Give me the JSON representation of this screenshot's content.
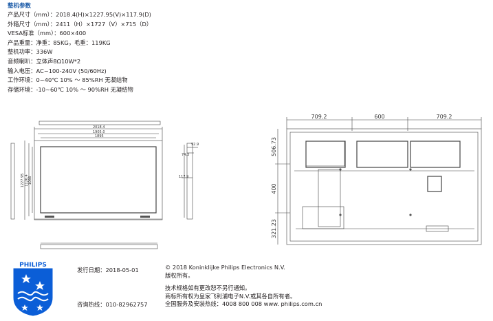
{
  "section_title": "整机参数",
  "specs": [
    {
      "label": "产品尺寸（mm）：",
      "value": "2018.4(H)×1227.95(V)×117.9(D)"
    },
    {
      "label": "外箱尺寸（mm）：",
      "value": "2411（H）×1727（V）×715（D）"
    },
    {
      "label": "VESA标准（mm）：",
      "value": "600×400"
    },
    {
      "label": "产品重量：",
      "value": "净重：85KG，毛重：119KG"
    },
    {
      "label": "整机功率：",
      "value": "336W"
    },
    {
      "label": "音频喇叭：",
      "value": "立体声8Ω10W*2"
    },
    {
      "label": "输入电压：",
      "value": "AC~100-240V (50/60Hz)"
    },
    {
      "label": "工作环境：",
      "value": "0~40℃  10% ～ 85%RH  无凝结物"
    },
    {
      "label": "存储环境：",
      "value": "-10~60℃  10% ～ 90%RH  无凝结物"
    }
  ],
  "front_dims": {
    "width_total": "2018.4",
    "width_mid": "1905.0",
    "width_inner": "1895",
    "height_total": "1227.95",
    "height_mid": "1126.4",
    "height_inner": "1066"
  },
  "side_dims": {
    "top": "92.9",
    "mid": "74.3",
    "depth": "117.9"
  },
  "back_dims": {
    "w_left": "709.2",
    "w_center": "600",
    "w_right": "709.2",
    "h_top": "506.73",
    "h_mid": "400",
    "h_bottom": "321.23"
  },
  "footer": {
    "release_label": "发行日期：",
    "release_date": "2018-05-01",
    "hotline_label": "咨询热线：",
    "hotline_number": "010-82962757",
    "copyright": "© 2018 Koninklijke Philips Electronics N.V.",
    "rights": "版权所有。",
    "notice1": "技术规格如有更改恕不另行通知。",
    "notice2": "商标所有权为皇家飞利浦电子N.V.或其各自所有者。",
    "service": "全国服务及安装热线：4008 800 008  www. philips.com.cn"
  },
  "logo": {
    "text": "PHILIPS",
    "color": "#0b5ed7"
  }
}
